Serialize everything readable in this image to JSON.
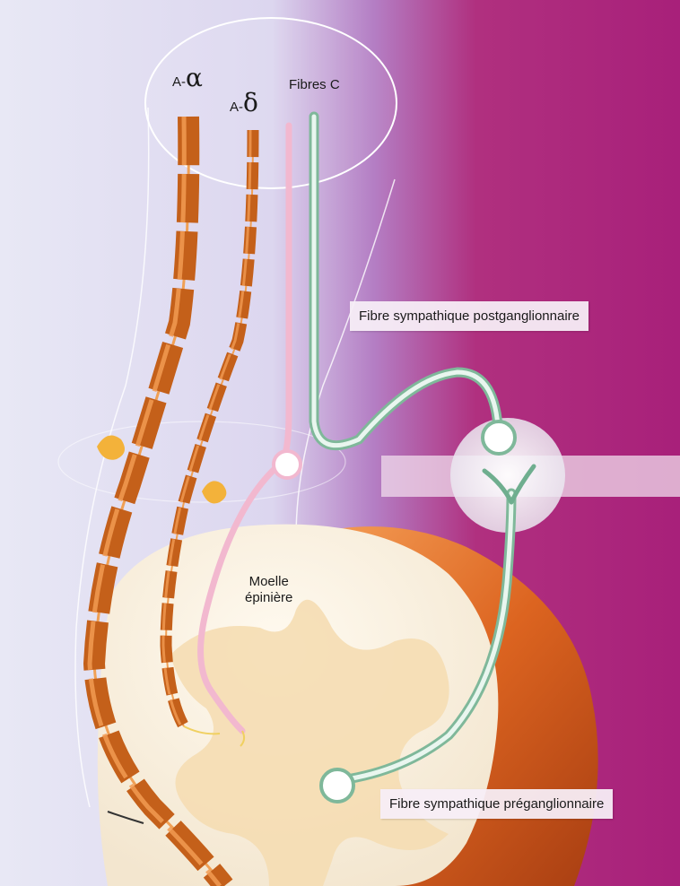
{
  "labels": {
    "a_alpha_prefix": "A-",
    "a_alpha_symbol": "α",
    "a_delta_prefix": "A-",
    "a_delta_symbol": "δ",
    "fibres_c": "Fibres C",
    "postganglionic": "Fibre sympathique postganglionnaire",
    "spinal_cord_line1": "Moelle",
    "spinal_cord_line2": "épinière",
    "preganglionic": "Fibre sympathique préganglionnaire"
  },
  "colors": {
    "background_left": "#e6e6f4",
    "background_right": "#b0287c",
    "myelin": "#c4601a",
    "myelin_highlight": "#f0a055",
    "c_fibre": "#f2b8cf",
    "sympathetic_fibre": "#6fae8f",
    "spinal_cord_white": "#fbf6ea",
    "grey_matter": "#f4dcb2",
    "meninges": "#d9621e",
    "ganglion_cell": "#ffffff"
  }
}
